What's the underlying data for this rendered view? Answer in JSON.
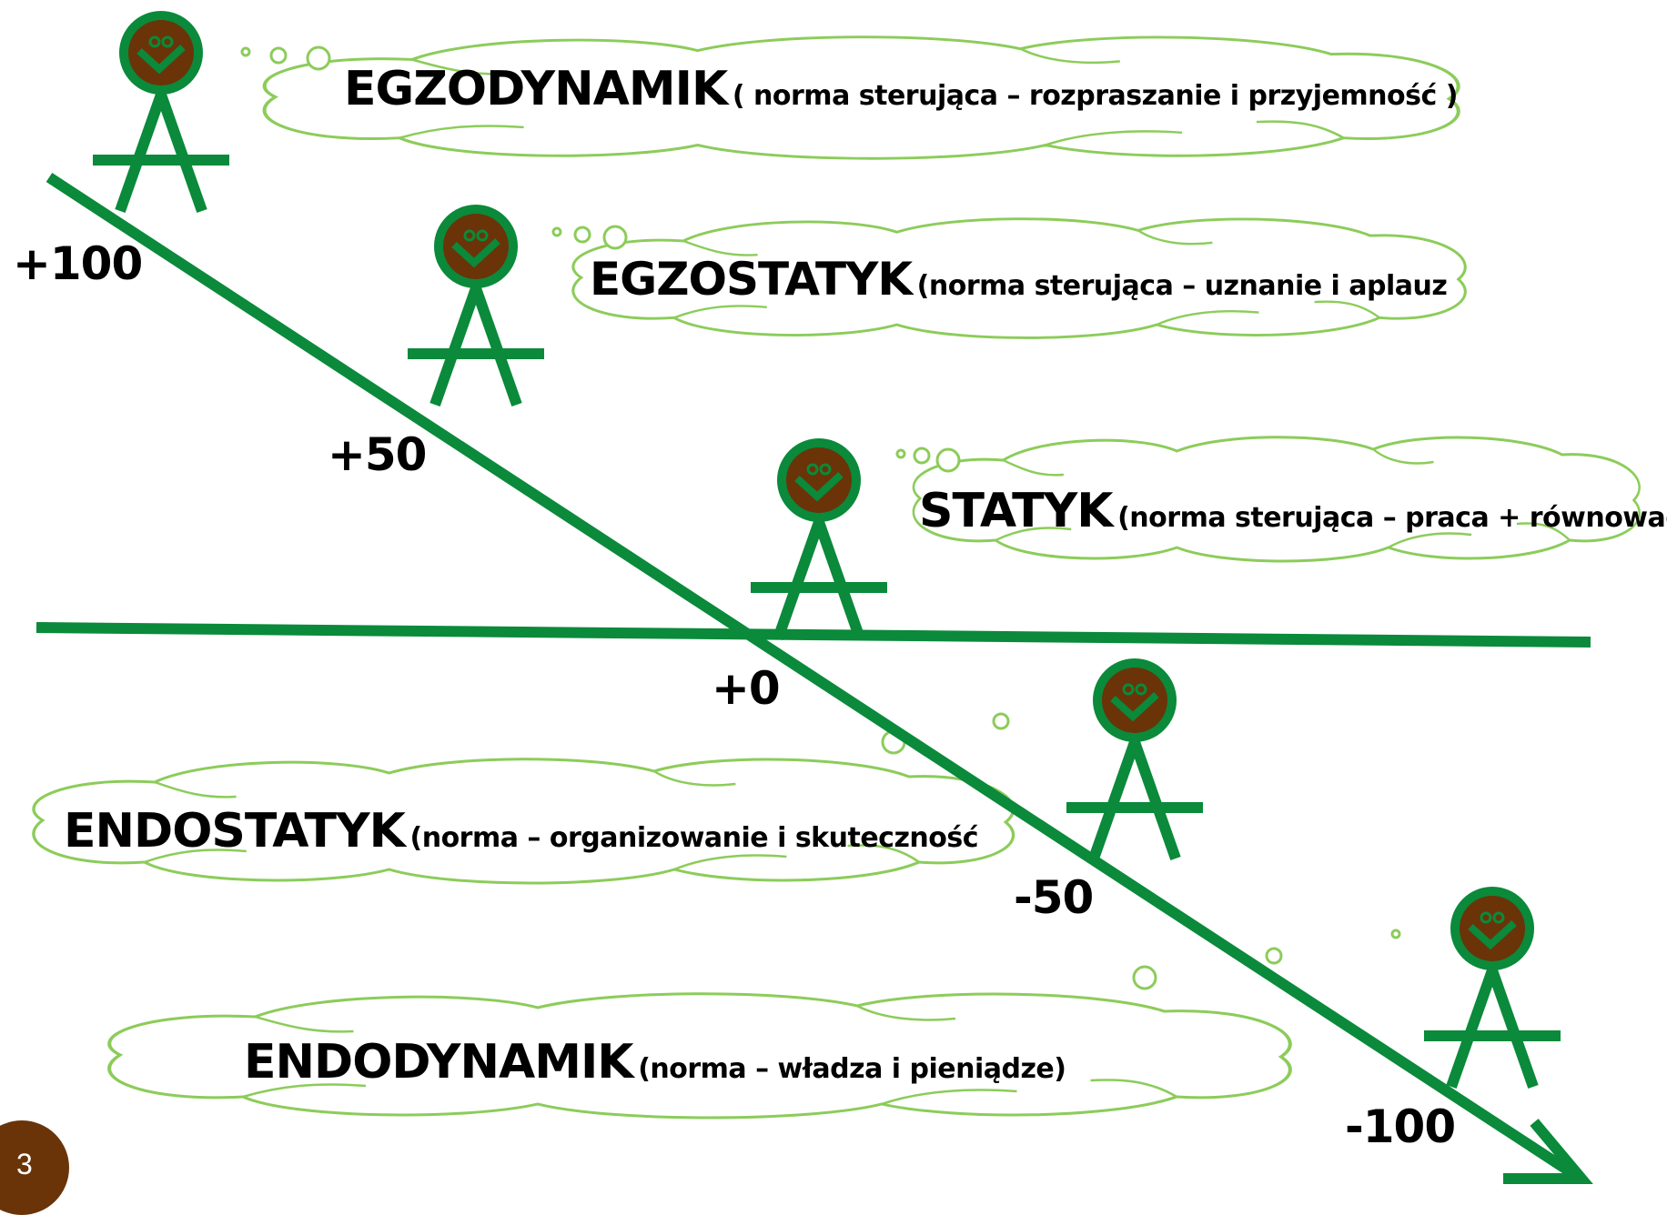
{
  "colors": {
    "line": "#0a8a3a",
    "head_fill": "#6a3408",
    "cloud_outline": "#8ccc5a",
    "badge": "#6a3408",
    "text": "#000000"
  },
  "types": [
    {
      "name": "EGZODYNAMIK",
      "norm": "(  norma sterująca – rozpraszanie i przyjemność )"
    },
    {
      "name": "EGZOSTATYK",
      "norm": "(norma sterująca – uznanie i aplauz"
    },
    {
      "name": "STATYK",
      "norm": "(norma sterująca – praca + równowaga)"
    },
    {
      "name": "ENDOSTATYK",
      "norm": "(norma – organizowanie i skuteczność"
    },
    {
      "name": "ENDODYNAMIK",
      "norm": "(norma – władza i pieniądze)"
    }
  ],
  "scale_labels": [
    "+100",
    "+50",
    "+0",
    "-50",
    "-100"
  ],
  "figures": [
    {
      "icon": "stick-figure-smiling-icon"
    },
    {
      "icon": "stick-figure-smiling-icon"
    },
    {
      "icon": "stick-figure-smiling-icon"
    },
    {
      "icon": "stick-figure-smiling-icon"
    },
    {
      "icon": "stick-figure-smiling-icon"
    }
  ],
  "page_number": "3"
}
